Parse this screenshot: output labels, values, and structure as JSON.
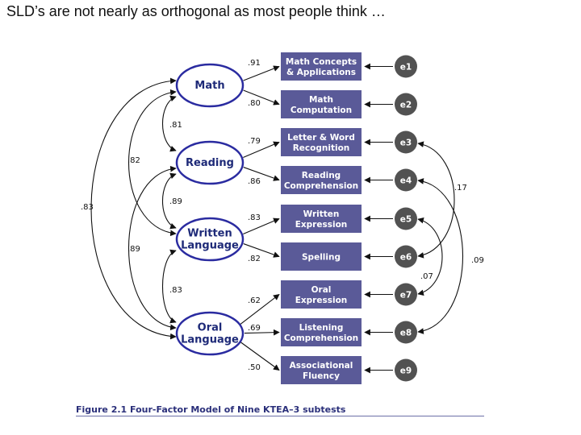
{
  "slide_title": "SLD’s are not nearly as orthogonal as most people think …",
  "colors": {
    "box_fill": "#5a5a98",
    "factor_stroke": "#2a2ba0",
    "factor_text": "#1e2a78",
    "error_fill": "#525252",
    "caption": "#2a2f7a"
  },
  "factors": [
    {
      "id": "math",
      "lines": [
        "Math"
      ]
    },
    {
      "id": "reading",
      "lines": [
        "Reading"
      ]
    },
    {
      "id": "written",
      "lines": [
        "Written",
        "Language"
      ]
    },
    {
      "id": "oral",
      "lines": [
        "Oral",
        "Language"
      ]
    }
  ],
  "subtests": [
    {
      "lines": [
        "Math Concepts",
        "& Applications"
      ],
      "factor": "math",
      "loading": ".91",
      "error": "e1"
    },
    {
      "lines": [
        "Math",
        "Computation"
      ],
      "factor": "math",
      "loading": ".80",
      "error": "e2"
    },
    {
      "lines": [
        "Letter & Word",
        "Recognition"
      ],
      "factor": "reading",
      "loading": ".79",
      "error": "e3"
    },
    {
      "lines": [
        "Reading",
        "Comprehension"
      ],
      "factor": "reading",
      "loading": ".86",
      "error": "e4"
    },
    {
      "lines": [
        "Written",
        "Expression"
      ],
      "factor": "written",
      "loading": ".83",
      "error": "e5"
    },
    {
      "lines": [
        "Spelling"
      ],
      "factor": "written",
      "loading": ".82",
      "error": "e6"
    },
    {
      "lines": [
        "Oral",
        "Expression"
      ],
      "factor": "oral",
      "loading": ".62",
      "error": "e7"
    },
    {
      "lines": [
        "Listening",
        "Comprehension"
      ],
      "factor": "oral",
      "loading": ".69",
      "error": "e8"
    },
    {
      "lines": [
        "Associational",
        "Fluency"
      ],
      "factor": "oral",
      "loading": ".50",
      "error": "e9"
    }
  ],
  "factor_correlations": [
    {
      "from": "math",
      "to": "reading",
      "value": ".81"
    },
    {
      "from": "reading",
      "to": "written",
      "value": ".89"
    },
    {
      "from": "written",
      "to": "oral",
      "value": ".83"
    },
    {
      "from": "math",
      "to": "written",
      "value": ".82"
    },
    {
      "from": "reading",
      "to": "oral",
      "value": ".89"
    },
    {
      "from": "math",
      "to": "oral",
      "value": ".83"
    }
  ],
  "error_correlations": [
    {
      "from": "e3",
      "to": "e8",
      "value": ".17"
    },
    {
      "from": "e5",
      "to": "e7",
      "value": ".07"
    },
    {
      "from": "e4",
      "to": "e6",
      "value": ".09"
    }
  ],
  "caption": "Figure 2.1   Four-Factor Model of Nine KTEA–3 subtests"
}
